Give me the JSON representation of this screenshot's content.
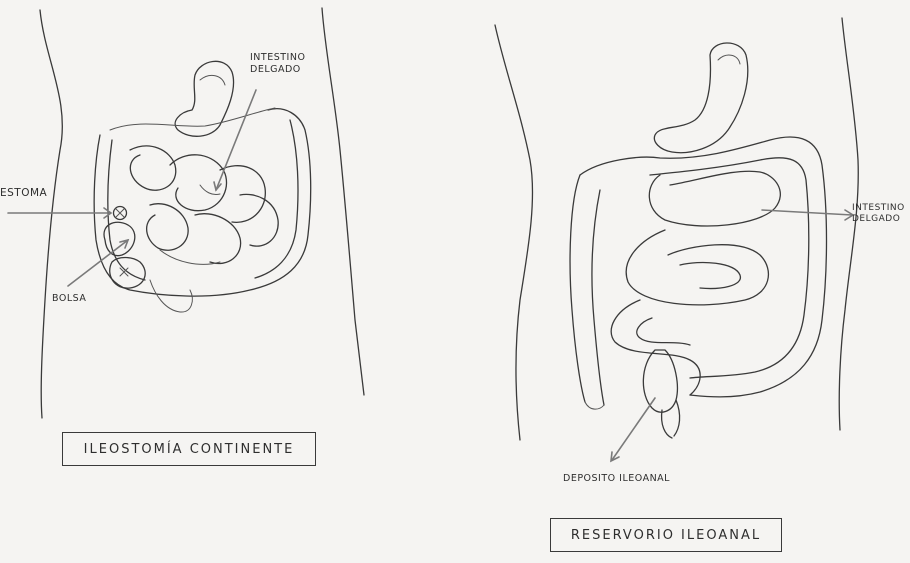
{
  "left_figure": {
    "caption": "ILEOSTOMÍA CONTINENTE",
    "labels": {
      "estoma": "ESTOMA",
      "intestino_delgado": "INTESTINO DELGADO",
      "bolsa": "BOLSA"
    }
  },
  "right_figure": {
    "caption": "RESERVORIO ILEOANAL",
    "labels": {
      "intestino_delgado": "INTESTINO DELGADO",
      "deposito_ileoanal": "DEPOSITO ILEOANAL"
    }
  }
}
